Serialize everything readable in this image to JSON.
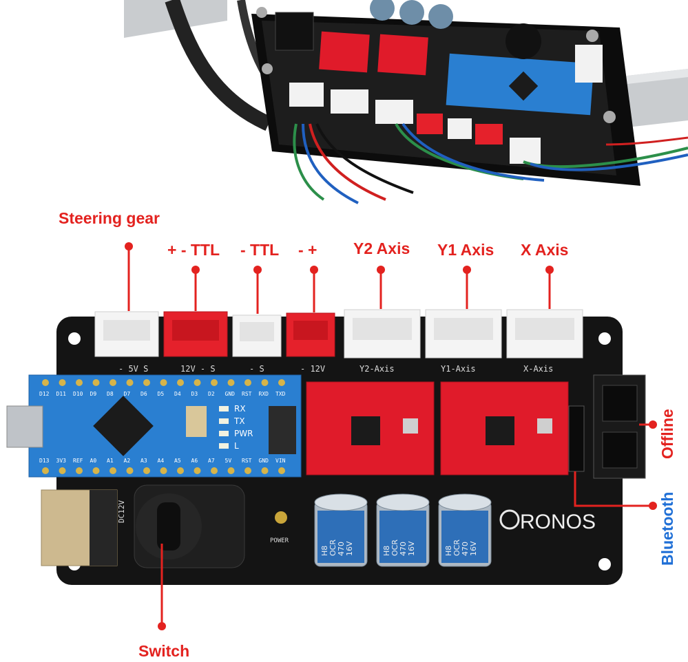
{
  "labels": {
    "steering_gear": "Steering gear",
    "ttl_pos_neg": "+ - TTL",
    "ttl_neg": "- TTL",
    "neg_pos": "- +",
    "y2_axis": "Y2 Axis",
    "y1_axis": "Y1 Axis",
    "x_axis": "X Axis",
    "offline": "Offline",
    "bluetooth": "Bluetooth",
    "switch": "Switch"
  },
  "board": {
    "brand": "RONOS",
    "power_label": "POWER",
    "dc_label": "DC12V",
    "connector_labels": {
      "steering": "- 5V S",
      "ttl1": "12V - S",
      "ttl2": "- S",
      "pwr": "- 12V",
      "y2": "Y2-Axis",
      "y1": "Y1-Axis",
      "x": "X-Axis"
    },
    "nano_leds": [
      "RX",
      "TX",
      "PWR",
      "L"
    ],
    "nano_top_pins": [
      "D12",
      "D11",
      "D10",
      "D9",
      "D8",
      "D7",
      "D6",
      "D5",
      "D4",
      "D3",
      "D2",
      "GND",
      "RST",
      "RXD",
      "TXD"
    ],
    "nano_bottom_pins": [
      "D13",
      "3V3",
      "REF",
      "A0",
      "A1",
      "A2",
      "A3",
      "A4",
      "A5",
      "A6",
      "A7",
      "5V",
      "RST",
      "GND",
      "VIN"
    ],
    "capacitor_text": [
      "H8",
      "OCR",
      "470",
      "16V"
    ]
  },
  "colors": {
    "label_red": "#e3221f",
    "label_blue": "#1f6fd6",
    "board_black": "#141414",
    "nano_blue": "#2a7fd1",
    "driver_red": "#e01b2a"
  }
}
